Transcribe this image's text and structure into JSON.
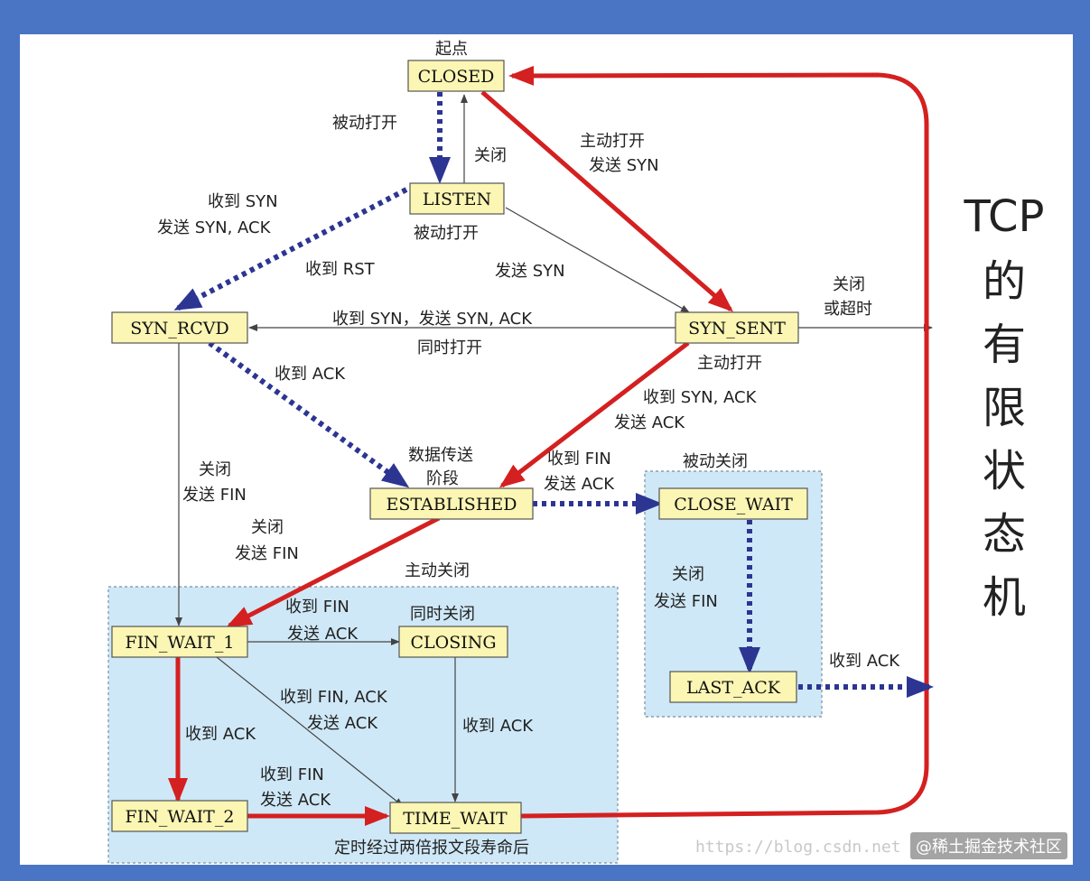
{
  "diagram": {
    "states": {
      "closed": "CLOSED",
      "listen": "LISTEN",
      "syn_rcvd": "SYN_RCVD",
      "syn_sent": "SYN_SENT",
      "established": "ESTABLISHED",
      "close_wait": "CLOSE_WAIT",
      "last_ack": "LAST_ACK",
      "fin_wait_1": "FIN_WAIT_1",
      "closing": "CLOSING",
      "fin_wait_2": "FIN_WAIT_2",
      "time_wait": "TIME_WAIT"
    },
    "labels": {
      "start": "起点",
      "passive_open_1": "被动打开",
      "close_1": "关闭",
      "active_open_1": "主动打开",
      "send_syn_1": "发送 SYN",
      "recv_syn": "收到 SYN",
      "send_syn_ack": "发送 SYN, ACK",
      "passive_open_2": "被动打开",
      "recv_rst": "收到 RST",
      "send_syn_2": "发送 SYN",
      "close_2": "关闭",
      "or_timeout": "或超时",
      "recv_syn_send_syn_ack": "收到 SYN，发送 SYN, ACK",
      "simultaneous_open": "同时打开",
      "active_open_2": "主动打开",
      "recv_ack_1": "收到 ACK",
      "recv_syn_ack": "收到 SYN, ACK",
      "send_ack_1": "发送 ACK",
      "data_transfer_1": "数据传送",
      "data_transfer_2": "阶段",
      "recv_fin_1": "收到 FIN",
      "send_ack_2": "发送 ACK",
      "passive_close": "被动关闭",
      "close_3": "关闭",
      "send_fin_1": "发送 FIN",
      "close_4": "关闭",
      "send_fin_2": "发送 FIN",
      "active_close": "主动关闭",
      "close_5": "关闭",
      "send_fin_3": "发送 FIN",
      "recv_fin_2": "收到 FIN",
      "send_ack_3": "发送 ACK",
      "simultaneous_close": "同时关闭",
      "recv_fin_ack": "收到 FIN, ACK",
      "send_ack_4": "发送 ACK",
      "recv_ack_2": "收到 ACK",
      "recv_ack_3": "收到 ACK",
      "recv_fin_3": "收到 FIN",
      "send_ack_5": "发送 ACK",
      "recv_ack_4": "收到 ACK",
      "msl_wait": "定时经过两倍报文段寿命后"
    },
    "title_vertical": [
      "TCP",
      "的",
      "有",
      "限",
      "状",
      "态",
      "机"
    ]
  },
  "watermark": {
    "url": "https://blog.csdn.net",
    "brand": "@稀土掘金技术社区"
  },
  "colors": {
    "frame_border": "#4a74c4",
    "state_fill": "#fbf6b3",
    "zone_fill": "#cfe8f7",
    "active_path": "#d42020",
    "passive_path": "#2c3592"
  }
}
